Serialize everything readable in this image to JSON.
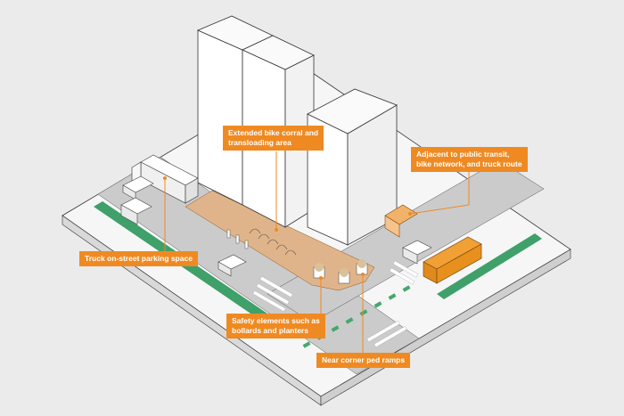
{
  "callouts": {
    "bike_corral": "Extended bike corral and\ntransloading area",
    "transit": "Adjacent to public transit,\nbike network, and truck route",
    "truck_parking": "Truck on-street parking space",
    "safety": "Safety elements such as\nbollards and planters",
    "ped_ramps": "Near corner ped ramps"
  },
  "colors": {
    "background": "#ebebeb",
    "callout": "#ef8a22",
    "leader": "#ef8a22",
    "road": "#c9c9c9",
    "sidewalk": "#f6f6f6",
    "plaza": "#e0b48a",
    "bike_lane": "#3fa06a",
    "crosswalk_green": "#44a86c",
    "bus": "#e8901e",
    "building": "#ffffff"
  }
}
